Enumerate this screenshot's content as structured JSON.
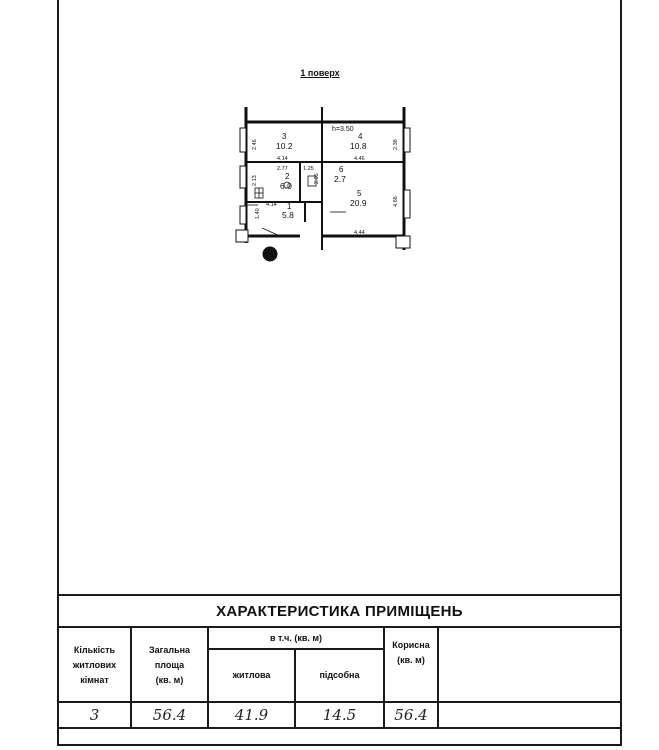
{
  "plan": {
    "title": "1 поверх",
    "ceiling_height": "h=3.50",
    "rooms": [
      {
        "number": "3",
        "area": "10.2"
      },
      {
        "number": "4",
        "area": "10.8"
      },
      {
        "number": "2",
        "area": "6.0"
      },
      {
        "number": "6",
        "area": "2.7"
      },
      {
        "number": "5",
        "area": "20.9"
      },
      {
        "number": "1",
        "area": "5.8"
      }
    ],
    "dimensions": {
      "d_2_46": "2.46",
      "d_4_14_top": "4.14",
      "d_4_46": "4.46",
      "d_2_38": "2.38",
      "d_2_77": "2.77",
      "d_1_25": "1.25",
      "d_2_13": "2.13",
      "d_2_05": "2.05",
      "d_4_66": "4.66",
      "d_4_14_mid": "4.14",
      "d_1_40": "1.40",
      "d_4_44": "4.44"
    }
  },
  "table": {
    "title": "ХАРАКТЕРИСТИКА ПРИМІЩЕНЬ",
    "headers": {
      "rooms_count": [
        "Кількість",
        "житлових",
        "кімнат"
      ],
      "total_area": [
        "Загальна",
        "площа",
        "(кв. м)"
      ],
      "including": "в т.ч. (кв. м)",
      "living": "житлова",
      "auxiliary": "підсобна",
      "useful": [
        "Корисна",
        "(кв. м)"
      ]
    },
    "values": {
      "rooms_count": "3",
      "total_area": "56.4",
      "living": "41.9",
      "auxiliary": "14.5",
      "useful": "56.4"
    }
  }
}
